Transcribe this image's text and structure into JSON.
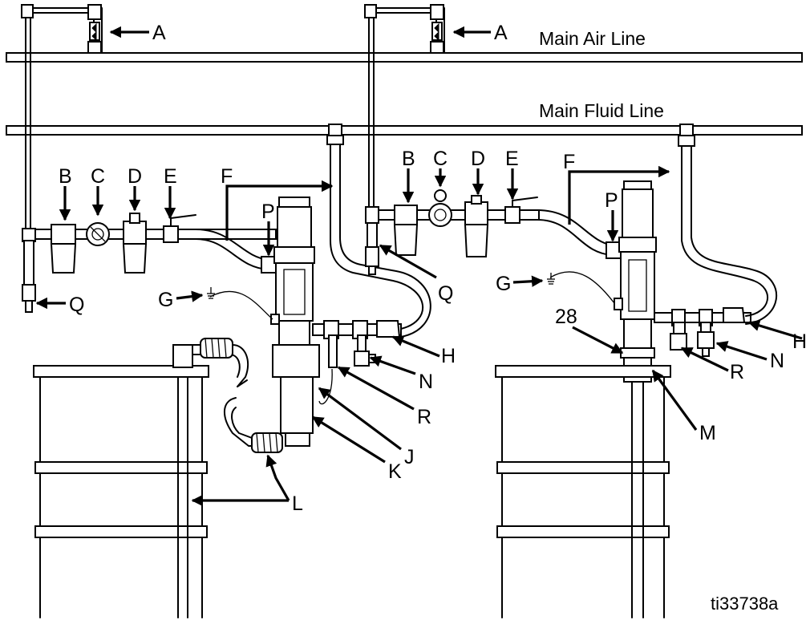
{
  "labels": {
    "main_air_line": "Main Air Line",
    "main_fluid_line": "Main Fluid Line",
    "figure_id": "ti33738a"
  },
  "left_system": {
    "A": "A",
    "B": "B",
    "C": "C",
    "D": "D",
    "E": "E",
    "F": "F",
    "G": "G",
    "H": "H",
    "J": "J",
    "K": "K",
    "L": "L",
    "N": "N",
    "P": "P",
    "Q": "Q",
    "R": "R"
  },
  "right_system": {
    "A": "A",
    "B": "B",
    "C": "C",
    "D": "D",
    "E": "E",
    "F": "F",
    "G": "G",
    "H": "H",
    "M": "M",
    "N": "N",
    "P": "P",
    "Q": "Q",
    "R": "R",
    "ref_28": "28"
  }
}
